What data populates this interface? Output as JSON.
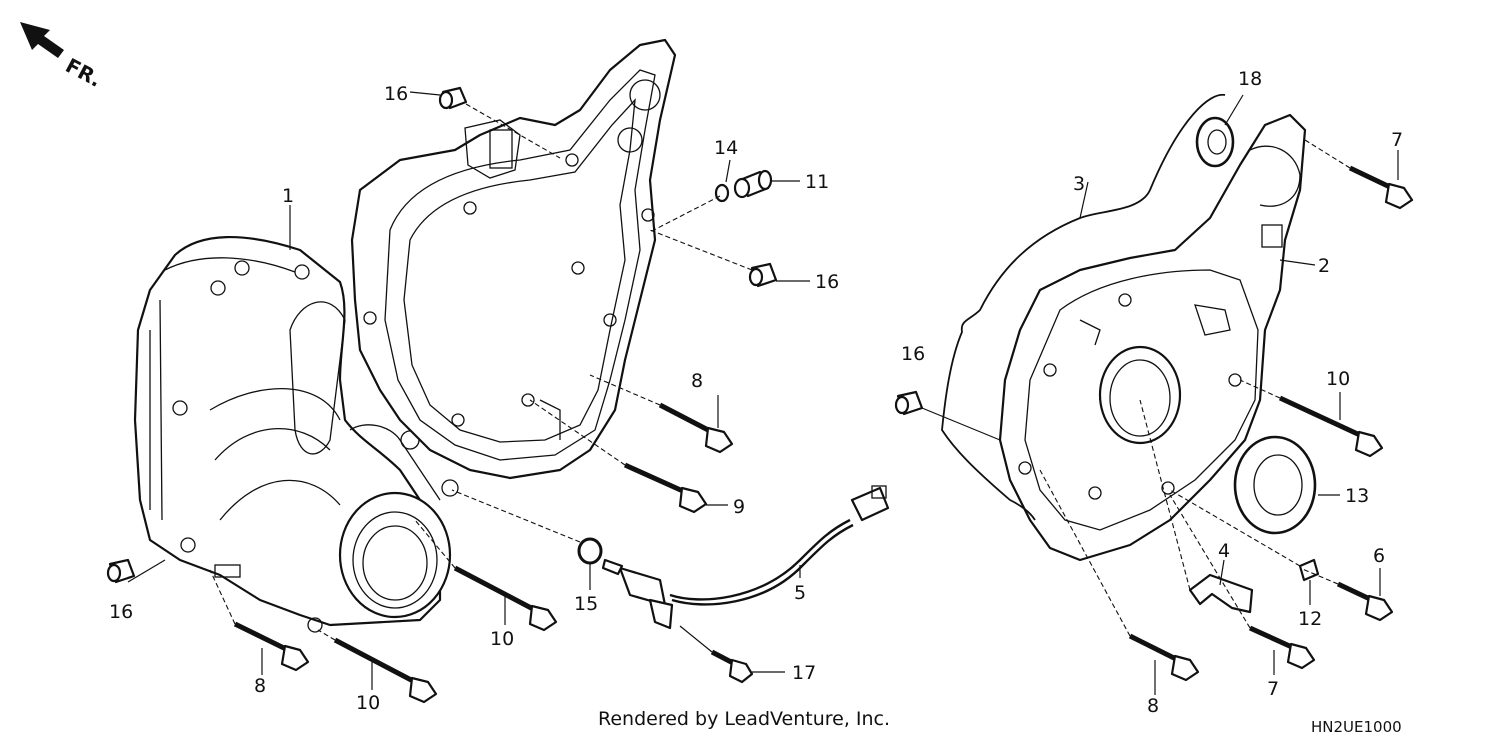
{
  "orientation": {
    "direction_label": "FR."
  },
  "callouts": [
    {
      "key": "c1",
      "number": "1"
    },
    {
      "key": "c2",
      "number": "2"
    },
    {
      "key": "c3",
      "number": "3"
    },
    {
      "key": "c4",
      "number": "4"
    },
    {
      "key": "c5",
      "number": "5"
    },
    {
      "key": "c6",
      "number": "6"
    },
    {
      "key": "c7a",
      "number": "7"
    },
    {
      "key": "c7b",
      "number": "7"
    },
    {
      "key": "c8a",
      "number": "8"
    },
    {
      "key": "c8b",
      "number": "8"
    },
    {
      "key": "c8c",
      "number": "8"
    },
    {
      "key": "c9",
      "number": "9"
    },
    {
      "key": "c10a",
      "number": "10"
    },
    {
      "key": "c10b",
      "number": "10"
    },
    {
      "key": "c10c",
      "number": "10"
    },
    {
      "key": "c11",
      "number": "11"
    },
    {
      "key": "c12",
      "number": "12"
    },
    {
      "key": "c13",
      "number": "13"
    },
    {
      "key": "c14",
      "number": "14"
    },
    {
      "key": "c15",
      "number": "15"
    },
    {
      "key": "c16a",
      "number": "16"
    },
    {
      "key": "c16b",
      "number": "16"
    },
    {
      "key": "c16c",
      "number": "16"
    },
    {
      "key": "c16d",
      "number": "16"
    },
    {
      "key": "c17",
      "number": "17"
    },
    {
      "key": "c18",
      "number": "18"
    }
  ],
  "footer": {
    "credit": "Rendered by LeadVenture, Inc.",
    "diagram_code": "HN2UE1000"
  }
}
